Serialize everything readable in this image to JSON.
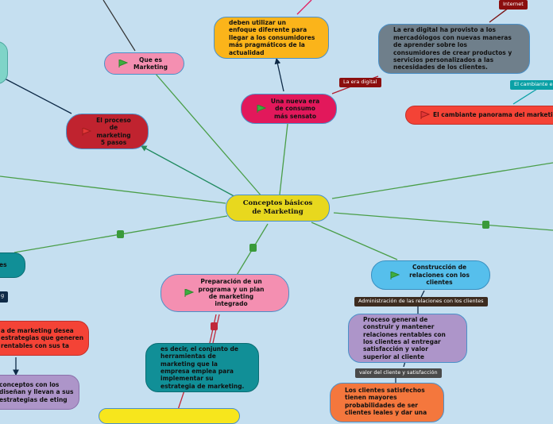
{
  "center": "Conceptos básicos de Marketing",
  "nodes": {
    "que_es": "Que es Marketing",
    "proceso": "El proceso de marketing 5 pasos",
    "nueva_era": "Una nueva era de consumo más sensato",
    "enfoque": "deben utilizar un enfoque diferente para llegar a los consumidores más pragmáticos de la actualidad",
    "era_digital_desc": "La era digital ha provisto a los mercadólogos con nuevas maneras de aprender sobre los consumidores de crear productos y servicios personalizados a las necesidades de los clientes.",
    "panorama": "El cambiante panorama del marketing",
    "preparacion": "Preparación de un programa y un plan de marketing integrado",
    "conjunto": "es decir, el conjunto de herramientas de marketing que la empresa emplea para implementar su estrategia de marketing.",
    "construccion": "Construcción de relaciones con los clientes",
    "proceso_general": "Proceso general de construir y mantener relaciones rentables con los clientes al entregar satisfacción y valor superior al cliente",
    "satisfechos": "Los clientes satisfechos tienen mayores probabilidades de ser clientes leales y dar una",
    "left_1_text": "es",
    "left_2_text": "a de marketing desea estrategias que generen rentables con sus ta",
    "left_3_text": "conceptos con los diseñan y llevan a sus estrategias de eting"
  },
  "tags": {
    "internet": "Internet",
    "era_digital": "La era digital",
    "cambiante": "El cambiante en",
    "administracion": "Administración de las relaciones con los clientes",
    "valor": "valor del cliente y satisfacción",
    "left_small": "g"
  },
  "colors": {
    "background": "#c5dff0",
    "center": "#e8d81e",
    "pink": "#f48fb1",
    "crimson": "#e2185b",
    "dark_red": "#c0232f",
    "orange_yellow": "#fbb41a",
    "slate": "#6f7f8b",
    "red": "#f44336",
    "teal": "#118f97",
    "sky": "#56bfec",
    "lavender": "#ad95c9",
    "orange": "#f4773d",
    "green_line": "#4a9e48",
    "mint": "#7fd4c8",
    "yellow_bottom": "#f7e61c"
  },
  "icons": [
    "flag-icon",
    "marker-icon"
  ]
}
